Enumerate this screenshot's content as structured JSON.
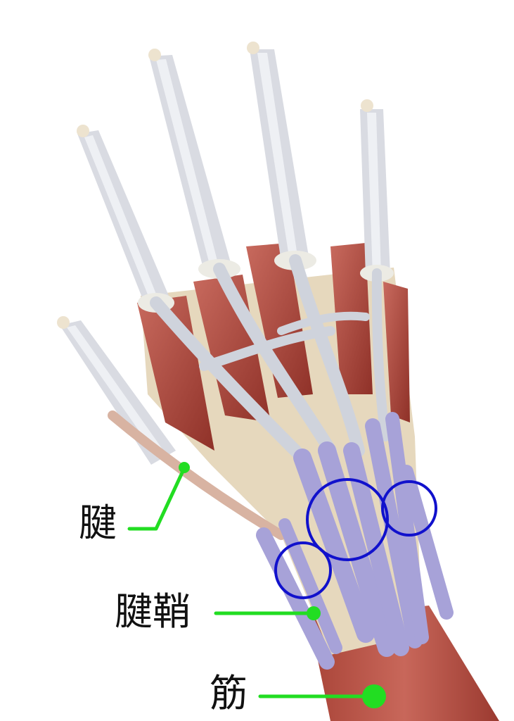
{
  "labels": {
    "tendon": "腱",
    "tendon_sheath": "腱鞘",
    "muscle": "筋"
  },
  "colors": {
    "leader_line": "#22dd22",
    "highlight_circle": "#1111cc",
    "tendon_sheath": "#a7a2d8",
    "tendon": "#cfd3dc",
    "muscle": "#b64a40",
    "bone": "#e6d8bd"
  }
}
